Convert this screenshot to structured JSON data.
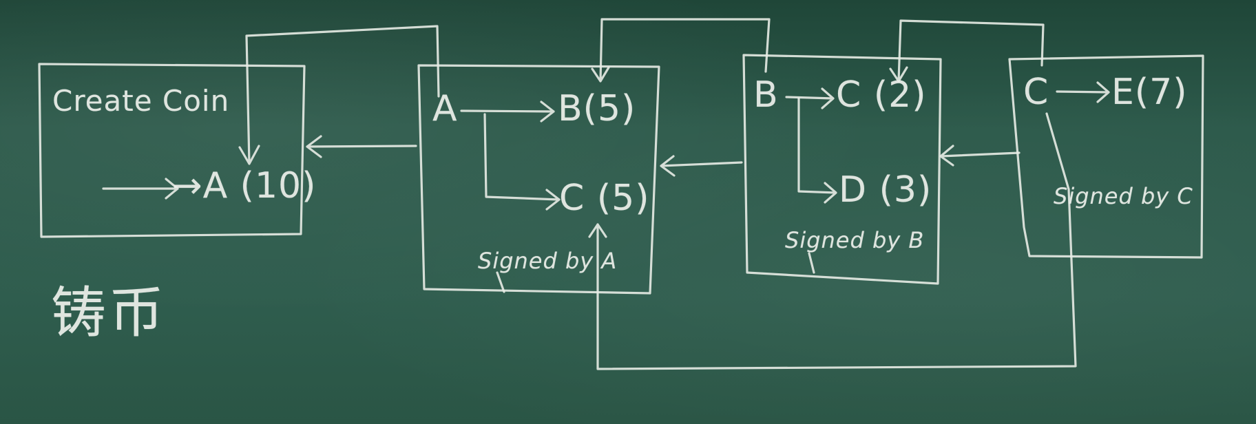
{
  "boxes": {
    "create_coin": {
      "title": "Create Coin",
      "output": "→A (10)"
    },
    "tx_a": {
      "from": "A",
      "out1": "B(5)",
      "out2": "C (5)",
      "signature": "Signed by A"
    },
    "tx_b": {
      "from": "B",
      "out1": "C (2)",
      "out2": "D (3)",
      "signature": "Signed by B"
    },
    "tx_c": {
      "from": "C",
      "out1": "E(7)",
      "signature": "Signed by C"
    }
  },
  "caption": "铸币"
}
